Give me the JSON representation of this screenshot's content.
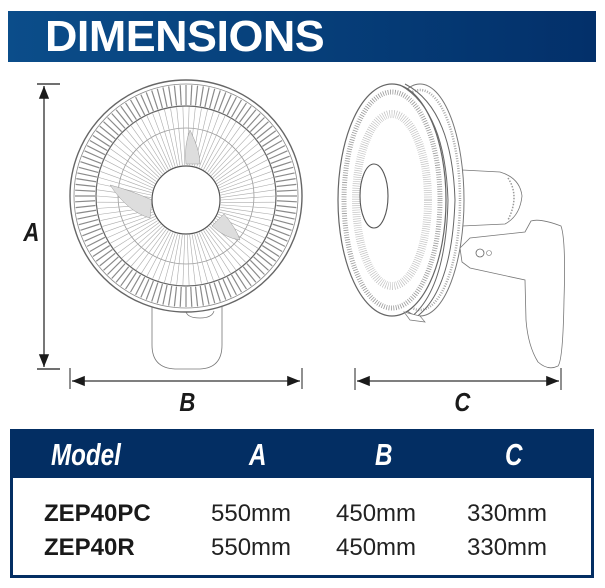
{
  "header": {
    "title": "DIMENSIONS"
  },
  "diagram": {
    "front_view": {
      "label": "front-view-wall-fan"
    },
    "side_view": {
      "label": "side-view-wall-fan"
    },
    "dimension_labels": {
      "A": "A",
      "B": "B",
      "C": "C"
    }
  },
  "table": {
    "columns": [
      "Model",
      "A",
      "B",
      "C"
    ],
    "rows": [
      {
        "model": "ZEP40PC",
        "a": "550mm",
        "b": "450mm",
        "c": "330mm"
      },
      {
        "model": "ZEP40R",
        "a": "550mm",
        "b": "450mm",
        "c": "330mm"
      }
    ]
  },
  "colors": {
    "banner_start": "#0b4d8a",
    "banner_end": "#03306a",
    "table_header": "#032e63",
    "text": "#1a1a1a"
  }
}
